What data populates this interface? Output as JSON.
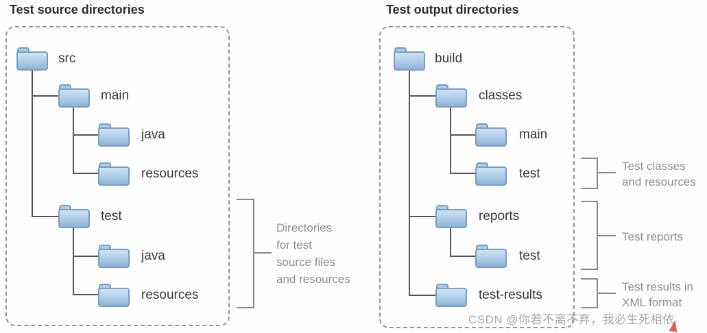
{
  "left_panel": {
    "title": "Test source directories",
    "nodes": [
      {
        "label": "src",
        "depth": 0
      },
      {
        "label": "main",
        "depth": 1
      },
      {
        "label": "java",
        "depth": 2
      },
      {
        "label": "resources",
        "depth": 2
      },
      {
        "label": "test",
        "depth": 1
      },
      {
        "label": "java",
        "depth": 2
      },
      {
        "label": "resources",
        "depth": 2
      }
    ],
    "annotation_lines": [
      "Directories",
      "for test",
      "source files",
      "and resources"
    ]
  },
  "right_panel": {
    "title": "Test output directories",
    "nodes": [
      {
        "label": "build",
        "depth": 0
      },
      {
        "label": "classes",
        "depth": 1
      },
      {
        "label": "main",
        "depth": 2
      },
      {
        "label": "test",
        "depth": 2
      },
      {
        "label": "reports",
        "depth": 1
      },
      {
        "label": "test",
        "depth": 2
      },
      {
        "label": "test-results",
        "depth": 1
      }
    ],
    "annotations": [
      {
        "lines": [
          "Test classes",
          "and resources"
        ]
      },
      {
        "lines": [
          "Test reports"
        ]
      },
      {
        "lines": [
          "Test results in",
          "XML format"
        ]
      }
    ]
  },
  "watermark": "CSDN @你若不离不弃，我必生死相依",
  "colors": {
    "folder_top": "#cfe2f3",
    "folder_bottom": "#8db3d9",
    "folder_border": "#7c9cbd",
    "tree_line": "#545454",
    "bracket_line": "#8a8a8a",
    "annotation_text": "#8d8d8d",
    "watermark_text": "#a6a6a6",
    "cursor_red": "#c94747"
  }
}
